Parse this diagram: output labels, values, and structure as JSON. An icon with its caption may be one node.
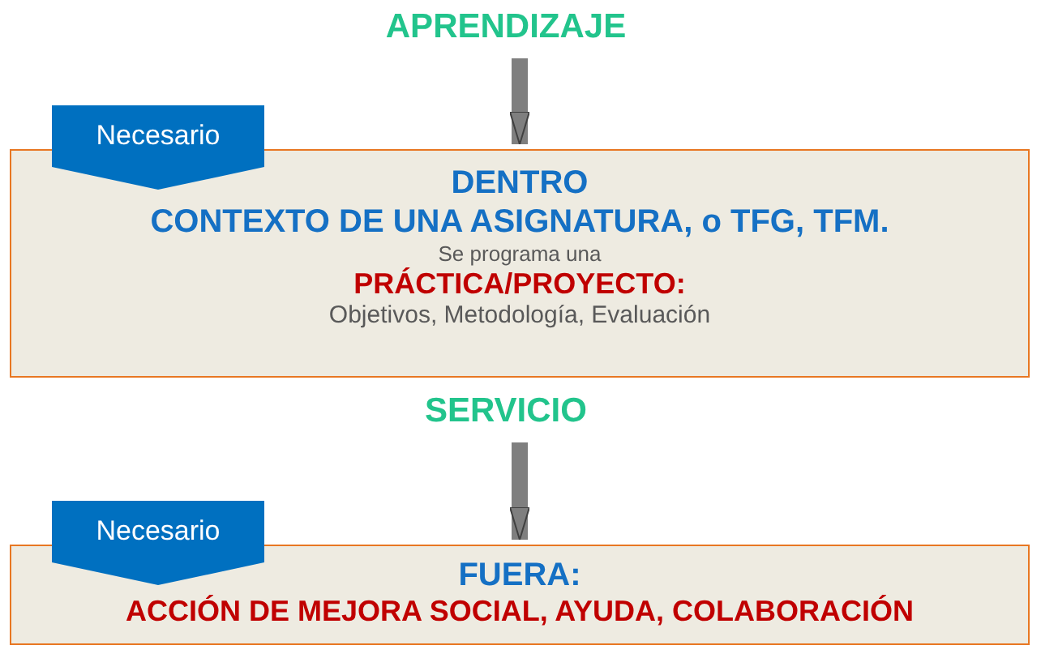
{
  "diagram": {
    "nodes": [
      {
        "text": [
          "APRENDIZAJE"
        ]
      },
      {
        "text": [
          "DENTRO",
          "CONTEXTO DE UNA ASIGNATURA, o TFG, TFM.",
          "Se programa una",
          "PRÁCTICA/PROYECTO:",
          "Objetivos, Metodología, Evaluación"
        ]
      },
      {
        "text": [
          "Necesario"
        ]
      },
      {
        "text": [
          "SERVICIO"
        ]
      },
      {
        "text": [
          "FUERA:",
          "ACCIÓN DE MEJORA SOCIAL, AYUDA, COLABORACIÓN"
        ]
      },
      {
        "text": [
          "Necesario"
        ]
      }
    ],
    "edges": [
      {
        "from": 0,
        "to": 1,
        "arrow": "to"
      },
      {
        "from": 3,
        "to": 4,
        "arrow": "to"
      }
    ]
  }
}
